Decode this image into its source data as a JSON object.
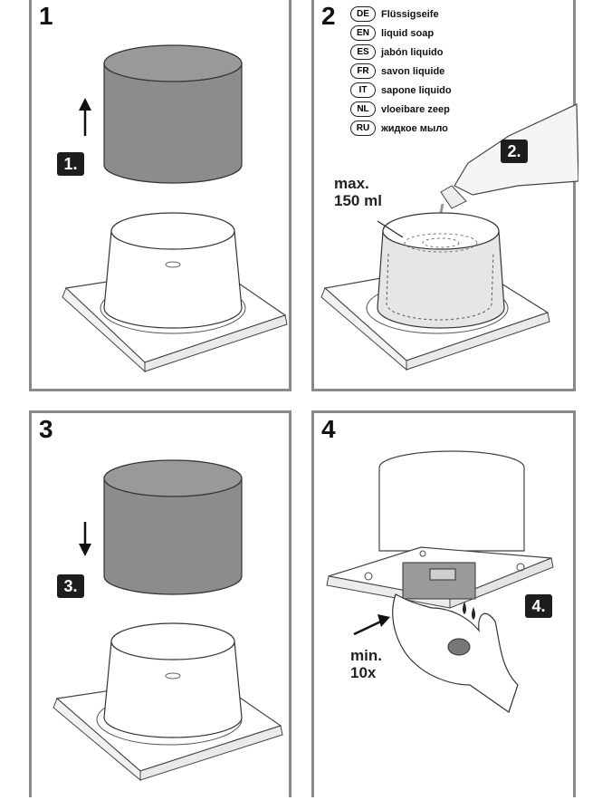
{
  "panels": [
    {
      "number": "1",
      "step": "1."
    },
    {
      "number": "2",
      "step": "2.",
      "max_label": "max.",
      "volume_label": "150 ml"
    },
    {
      "number": "3",
      "step": "3."
    },
    {
      "number": "4",
      "step": "4.",
      "count_label_1": "min.",
      "count_label_2": "10x"
    }
  ],
  "languages": [
    {
      "code": "DE",
      "text": "Flüssigseife"
    },
    {
      "code": "EN",
      "text": "liquid soap"
    },
    {
      "code": "ES",
      "text": "jabón liquido"
    },
    {
      "code": "FR",
      "text": "savon liquide"
    },
    {
      "code": "IT",
      "text": "sapone liquido"
    },
    {
      "code": "NL",
      "text": "vloeibare zeep"
    },
    {
      "code": "RU",
      "text": "жидкое мыло"
    }
  ],
  "colors": {
    "panel_border": "#8a8a8a",
    "cover_grey": "#8c8c8c",
    "badge_bg": "#1d1d1d"
  },
  "icons": [
    "arrow-up-icon",
    "arrow-down-icon",
    "arrow-pointer-icon"
  ]
}
